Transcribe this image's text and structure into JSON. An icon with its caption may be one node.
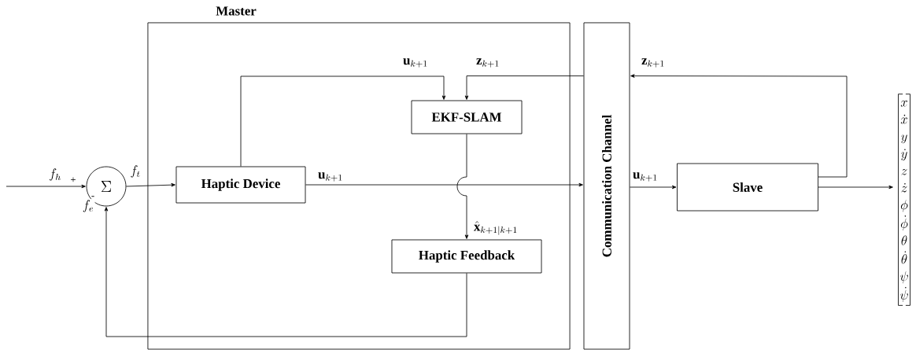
{
  "diagram": {
    "nodes": [
      {
        "text": [
          "Master"
        ]
      },
      {
        "text": [
          "Haptic Device"
        ],
        "in": 0
      },
      {
        "text": [
          "EKF-SLAM"
        ],
        "in": 0
      },
      {
        "text": [
          "Haptic Feedback"
        ],
        "in": 0
      },
      {
        "text": [
          "Communication Channel"
        ]
      },
      {
        "text": [
          "Slave"
        ]
      },
      {
        "text": [
          "\\Sigma"
        ]
      },
      {
        "text": [
          "x",
          "\\dot{x}",
          "y",
          "\\dot{y}",
          "z",
          "\\dot{z}",
          "\\phi",
          "\\dot{\\phi}",
          "\\theta",
          "\\dot{\\theta}",
          "\\psi",
          "\\dot{\\psi}"
        ]
      }
    ],
    "edges": [
      {
        "from": null,
        "to": 6,
        "arrow": "to",
        "label": "f_h"
      },
      {
        "from": 6,
        "to": 1,
        "arrow": "to",
        "label": "f_t"
      },
      {
        "from": 1,
        "to": 4,
        "arrow": "to",
        "label": "\\mathbf{u}_{k+1}"
      },
      {
        "from": 1,
        "to": 2,
        "arrow": "to",
        "label": "\\mathbf{u}_{k+1}"
      },
      {
        "from": 4,
        "to": 2,
        "arrow": "to",
        "label": "\\mathbf{z}_{k+1}"
      },
      {
        "from": 5,
        "to": 4,
        "arrow": "to",
        "label": "\\mathbf{z}_{k+1}"
      },
      {
        "from": 4,
        "to": 5,
        "arrow": "to",
        "label": "\\mathbf{u}_{k+1}"
      },
      {
        "from": 5,
        "to": 7,
        "arrow": "to"
      },
      {
        "from": 2,
        "to": 3,
        "arrow": "to",
        "label": "\\hat{\\mathbf{x}}_{k+1|k+1}"
      },
      {
        "from": 3,
        "to": 6,
        "arrow": "to",
        "label": "f_e"
      }
    ],
    "labels": [
      "+",
      "-"
    ]
  }
}
